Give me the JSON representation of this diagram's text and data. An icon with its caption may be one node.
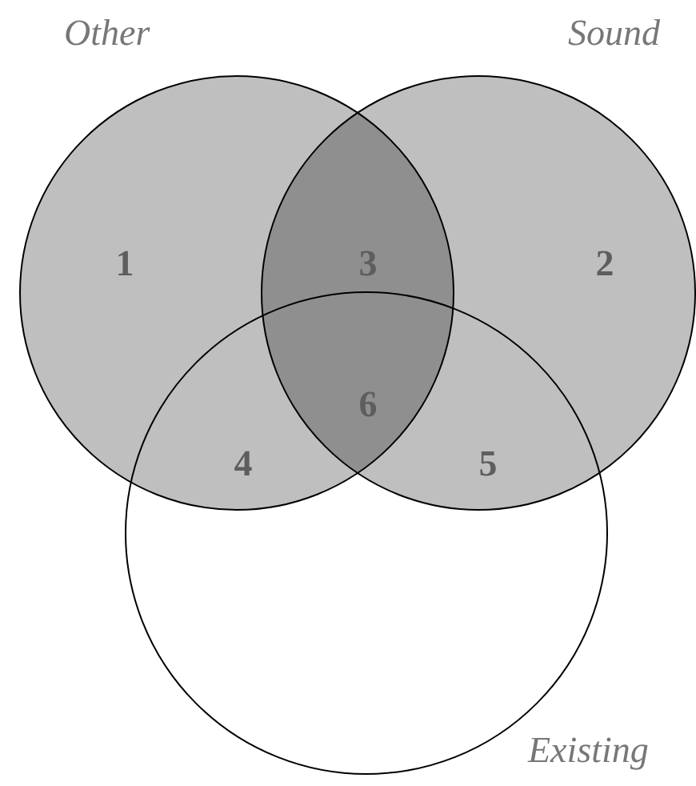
{
  "diagram": {
    "nodes": [
      {
        "text": [
          "Other"
        ]
      },
      {
        "text": [
          "Sound"
        ]
      },
      {
        "text": [
          "Existing"
        ]
      }
    ],
    "edges": [],
    "labels": [
      "1",
      "3",
      "2",
      "6",
      "4",
      "5"
    ]
  }
}
